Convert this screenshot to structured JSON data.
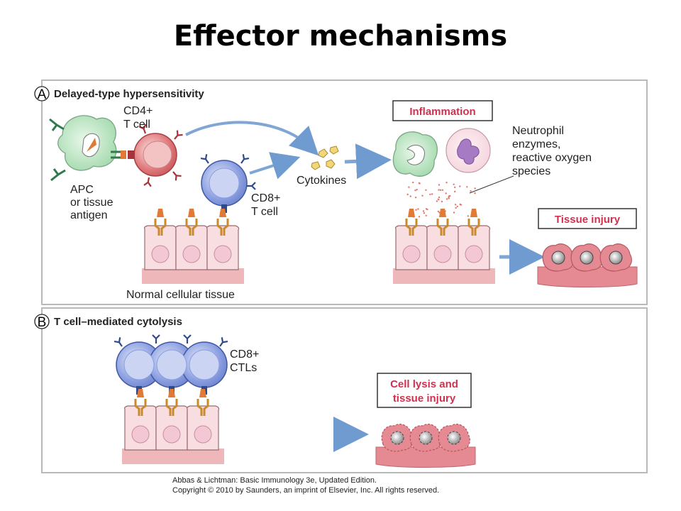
{
  "title": "Effector mechanisms",
  "panel_a": {
    "letter": "A",
    "title": "Delayed-type hypersensitivity",
    "cd4_label_1": "CD4+",
    "cd4_label_2": "T cell",
    "apc_label_1": "APC",
    "apc_label_2": "or tissue",
    "apc_label_3": "antigen",
    "cd8_label_1": "CD8+",
    "cd8_label_2": "T cell",
    "cytokines_label": "Cytokines",
    "normal_tissue_label": "Normal cellular tissue",
    "inflammation_label": "Inflammation",
    "neutrophil_label_1": "Neutrophil",
    "neutrophil_label_2": "enzymes,",
    "neutrophil_label_3": "reactive oxygen",
    "neutrophil_label_4": "species",
    "tissue_injury_label": "Tissue injury"
  },
  "panel_b": {
    "letter": "B",
    "title": "T cell–mediated cytolysis",
    "ctl_label_1": "CD8+",
    "ctl_label_2": "CTLs",
    "lysis_label_1": "Cell lysis and",
    "lysis_label_2": "tissue injury"
  },
  "credit": {
    "line1": "Abbas & Lichtman: Basic Immunology 3e, Updated Edition.",
    "line2": "Copyright © 2010 by Saunders, an imprint of Elsevier, Inc. All rights reserved."
  },
  "colors": {
    "panel_border": "#b9b9b9",
    "arrow": "#7fa6d4",
    "cd4_cell": "#e0787a",
    "cd8_cell": "#8a9ee0",
    "apc_cell": "#a9dfb2",
    "tissue_cell": "#f7d8dc",
    "tissue_base": "#eeb8bb",
    "receptor_orange": "#e07a34",
    "label_red": "#d0314e"
  }
}
